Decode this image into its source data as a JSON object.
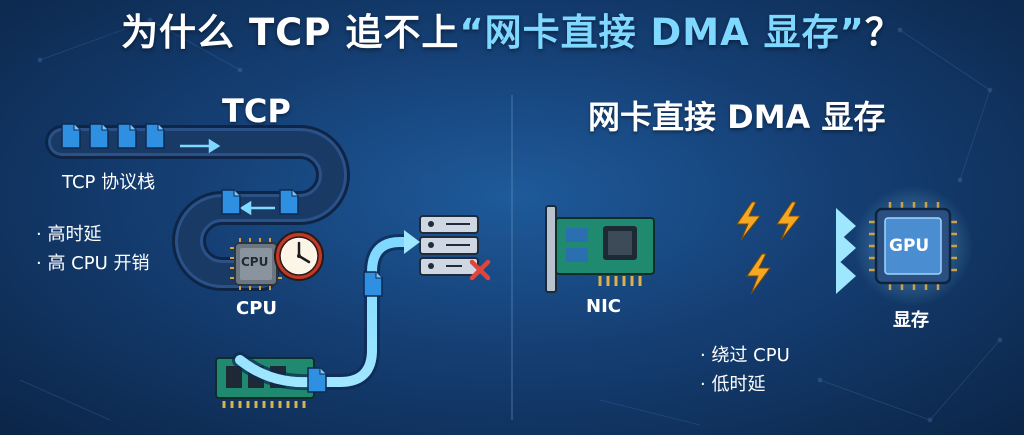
{
  "title": {
    "part1": "为什么 TCP 追不上",
    "highlight": "“网卡直接 DMA 显存”",
    "part2": "？"
  },
  "left": {
    "heading": "TCP",
    "stack_label": "TCP 协议栈",
    "bullets": [
      "高时延",
      "高 CPU 开销"
    ],
    "cpu_chip_text": "CPU",
    "cpu_label": "CPU"
  },
  "right": {
    "heading": "网卡直接 DMA 显存",
    "nic_label": "NIC",
    "gpu_chip_text": "GPU",
    "gpu_label": "显存",
    "bullets": [
      "绕过 CPU",
      "低时延"
    ]
  },
  "colors": {
    "accent": "#7fd8ff",
    "pipe": "#1a3a66",
    "packet": "#2f8fe0",
    "bolt": "#f5a623",
    "error": "#e0453c",
    "pcb": "#1f8a6f"
  },
  "icons": [
    "file-icon",
    "chip-icon",
    "clock-icon",
    "server-icon",
    "error-x-icon",
    "memory-icon",
    "network-card-icon",
    "lightning-icon",
    "gpu-icon"
  ]
}
